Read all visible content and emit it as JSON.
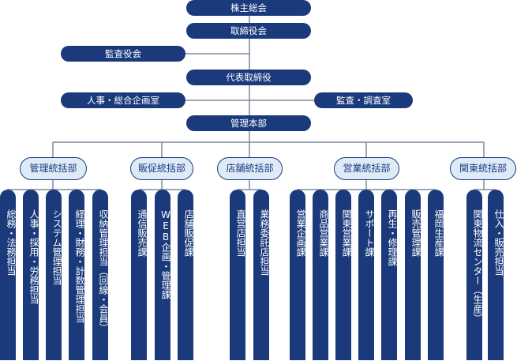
{
  "colors": {
    "navy": "#1a3a7c",
    "division_fill": "#deebf7",
    "line": "#7f8a9d"
  },
  "top": {
    "shareholders": "株主総会",
    "board": "取締役会",
    "auditors": "監査役会",
    "president": "代表取締役",
    "hr_planning": "人事・総合企画室",
    "audit_research": "監査・調査室",
    "admin_hq": "管理本部"
  },
  "divisions": [
    {
      "name": "管理統括部",
      "sections": [
        "総務・法務担当",
        "人事・採用・労務担当",
        "システム管理担当",
        "経理・財務・計数管理担当",
        "収納管理担当（回線・会員）"
      ]
    },
    {
      "name": "販促統括部",
      "sections": [
        "通信販売課",
        "WEB企画・管理課",
        "店舗販促課"
      ]
    },
    {
      "name": "店舗統括部",
      "sections": [
        "直営店担当",
        "業務委託店担当"
      ]
    },
    {
      "name": "営業統括部",
      "sections": [
        "営業企画課",
        "商品営業課",
        "関東営業課",
        "サポート課",
        "再生・修理課",
        "販売管理課",
        "福岡生産課"
      ]
    },
    {
      "name": "関東統括部",
      "sections": [
        "関東物流センター（生産）",
        "仕入・販売担当"
      ]
    }
  ]
}
